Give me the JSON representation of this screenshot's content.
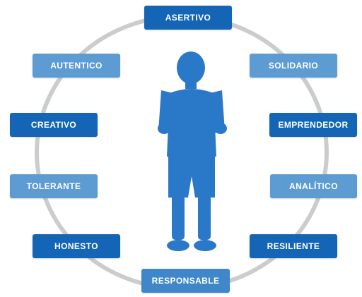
{
  "diagram": {
    "accent_dark": "#1565b6",
    "accent_mid": "#3f87c8",
    "accent_light": "#5d9bd3",
    "ring_color": "#c9c9c9",
    "center_figure": "child-reading-book-silhouette",
    "labels": {
      "asertivo": "ASERTIVO",
      "solidario": "SOLIDARIO",
      "emprendedor": "EMPRENDEDOR",
      "analitico": "ANALÍTICO",
      "resiliente": "RESILIENTE",
      "responsable": "RESPONSABLE",
      "honesto": "HONESTO",
      "tolerante": "TOLERANTE",
      "creativo": "CREATIVO",
      "autentico": "AUTENTICO"
    }
  }
}
